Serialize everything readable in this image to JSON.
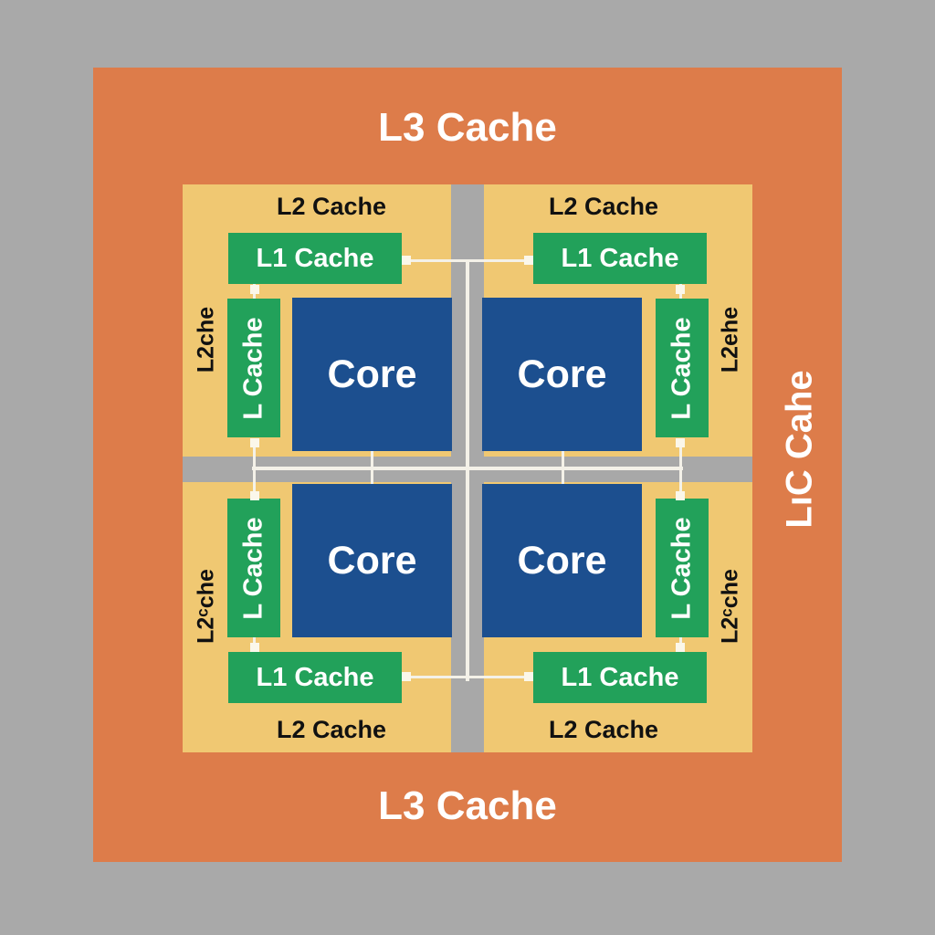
{
  "l3": {
    "title_top": "L3 Cache",
    "title_bottom": "L3 Cache",
    "side_label": "LıC Cahe"
  },
  "l2": {
    "top_left_label": "L2 Cache",
    "top_right_label": "L2 Cache",
    "bottom_left_label": "L2 Cache",
    "bottom_right_label": "L2 Cache",
    "side_top_left": "L2che",
    "side_top_right": "L2ehe",
    "side_bottom_left": "L2ᶜche",
    "side_bottom_right": "L2ᶜche"
  },
  "l1": {
    "top_left_h": "L1 Cache",
    "top_right_h": "L1 Cache",
    "bottom_left_h": "L1 Cache",
    "bottom_right_h": "L1 Cache",
    "top_left_v": "L Cache",
    "top_right_v": "L Cache",
    "bottom_left_v": "L Cache",
    "bottom_right_v": "L Cache"
  },
  "cores": [
    "Core",
    "Core",
    "Core",
    "Core"
  ],
  "colors": {
    "background": "#a9a9a9",
    "l3": "#dd7c4a",
    "l2": "#f0c872",
    "l1": "#22a15a",
    "core": "#1c4f8f"
  }
}
